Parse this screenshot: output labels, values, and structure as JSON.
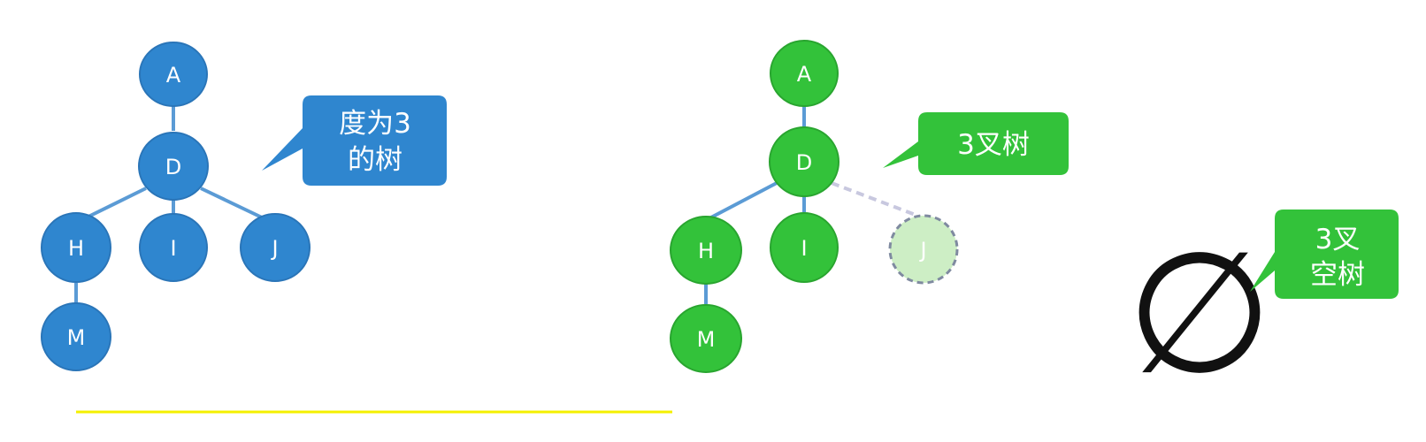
{
  "colors": {
    "blue_node": "#2f86cf",
    "blue_node_stroke": "#2a75b8",
    "blue_callout": "#2f86cf",
    "green_node": "#33c23a",
    "green_node_stroke": "#29a52f",
    "green_callout": "#33c23a",
    "ghost_node_fill": "#cdeec5",
    "ghost_node_stroke": "#7f8aa0",
    "edge_blue": "#5b9bd5",
    "edge_ghost": "#c8c8df",
    "underline": "#f4f000",
    "empty_symbol": "#111111"
  },
  "left_tree": {
    "nodes": {
      "a": "A",
      "d": "D",
      "h": "H",
      "i": "I",
      "j": "J",
      "m": "M"
    },
    "callout": {
      "line1": "度为3",
      "line2": "的树"
    }
  },
  "middle_tree": {
    "nodes": {
      "a": "A",
      "d": "D",
      "h": "H",
      "i": "I",
      "j_placeholder": "J",
      "m": "M"
    },
    "callout": {
      "text": "3叉树"
    }
  },
  "empty_tree": {
    "symbol": "∅",
    "callout": {
      "line1": "3叉",
      "line2": "空树"
    }
  }
}
